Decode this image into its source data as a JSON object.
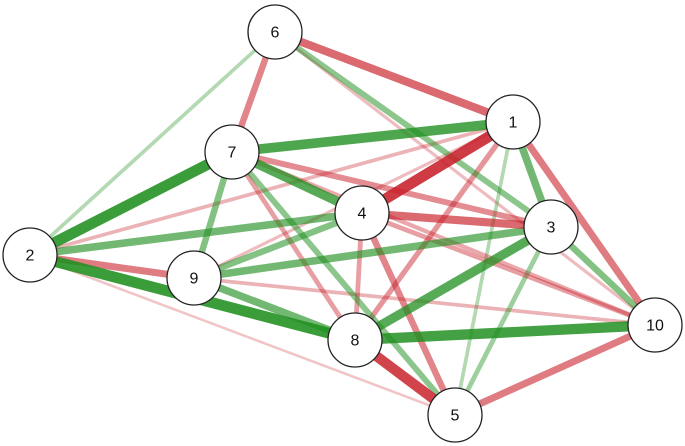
{
  "colors": {
    "positive": "#1f8f1f",
    "negative": "#c8202a",
    "background": "#ffffff",
    "node_fill": "#ffffff",
    "node_stroke": "#222222"
  },
  "nodes": [
    {
      "id": "1",
      "label": "1"
    },
    {
      "id": "2",
      "label": "2"
    },
    {
      "id": "3",
      "label": "3"
    },
    {
      "id": "4",
      "label": "4"
    },
    {
      "id": "5",
      "label": "5"
    },
    {
      "id": "6",
      "label": "6"
    },
    {
      "id": "7",
      "label": "7"
    },
    {
      "id": "8",
      "label": "8"
    },
    {
      "id": "9",
      "label": "9"
    },
    {
      "id": "10",
      "label": "10"
    }
  ],
  "edges": [
    {
      "source": "7",
      "target": "2",
      "sign": "positive",
      "weight": 0.85
    },
    {
      "source": "7",
      "target": "1",
      "sign": "positive",
      "weight": 0.75
    },
    {
      "source": "7",
      "target": "4",
      "sign": "positive",
      "weight": 0.7
    },
    {
      "source": "2",
      "target": "8",
      "sign": "positive",
      "weight": 0.85
    },
    {
      "source": "8",
      "target": "10",
      "sign": "positive",
      "weight": 0.8
    },
    {
      "source": "8",
      "target": "3",
      "sign": "positive",
      "weight": 0.7
    },
    {
      "source": "1",
      "target": "3",
      "sign": "positive",
      "weight": 0.55
    },
    {
      "source": "2",
      "target": "4",
      "sign": "positive",
      "weight": 0.55
    },
    {
      "source": "9",
      "target": "3",
      "sign": "positive",
      "weight": 0.55
    },
    {
      "source": "9",
      "target": "4",
      "sign": "positive",
      "weight": 0.45
    },
    {
      "source": "6",
      "target": "3",
      "sign": "positive",
      "weight": 0.4
    },
    {
      "source": "3",
      "target": "10",
      "sign": "positive",
      "weight": 0.45
    },
    {
      "source": "7",
      "target": "9",
      "sign": "positive",
      "weight": 0.45
    },
    {
      "source": "9",
      "target": "8",
      "sign": "positive",
      "weight": 0.55
    },
    {
      "source": "7",
      "target": "5",
      "sign": "positive",
      "weight": 0.4
    },
    {
      "source": "3",
      "target": "5",
      "sign": "positive",
      "weight": 0.3
    },
    {
      "source": "6",
      "target": "2",
      "sign": "positive",
      "weight": 0.2
    },
    {
      "source": "1",
      "target": "5",
      "sign": "positive",
      "weight": 0.2
    },
    {
      "source": "1",
      "target": "4",
      "sign": "negative",
      "weight": 0.85
    },
    {
      "source": "8",
      "target": "5",
      "sign": "negative",
      "weight": 0.8
    },
    {
      "source": "6",
      "target": "1",
      "sign": "negative",
      "weight": 0.6
    },
    {
      "source": "4",
      "target": "3",
      "sign": "negative",
      "weight": 0.6
    },
    {
      "source": "1",
      "target": "10",
      "sign": "negative",
      "weight": 0.5
    },
    {
      "source": "10",
      "target": "5",
      "sign": "negative",
      "weight": 0.5
    },
    {
      "source": "6",
      "target": "7",
      "sign": "negative",
      "weight": 0.45
    },
    {
      "source": "2",
      "target": "9",
      "sign": "negative",
      "weight": 0.5
    },
    {
      "source": "7",
      "target": "3",
      "sign": "negative",
      "weight": 0.4
    },
    {
      "source": "4",
      "target": "5",
      "sign": "negative",
      "weight": 0.45
    },
    {
      "source": "1",
      "target": "8",
      "sign": "negative",
      "weight": 0.35
    },
    {
      "source": "4",
      "target": "8",
      "sign": "negative",
      "weight": 0.3
    },
    {
      "source": "7",
      "target": "8",
      "sign": "negative",
      "weight": 0.3
    },
    {
      "source": "4",
      "target": "10",
      "sign": "negative",
      "weight": 0.3
    },
    {
      "source": "7",
      "target": "10",
      "sign": "negative",
      "weight": 0.25
    },
    {
      "source": "9",
      "target": "10",
      "sign": "negative",
      "weight": 0.2
    },
    {
      "source": "2",
      "target": "1",
      "sign": "negative",
      "weight": 0.2
    },
    {
      "source": "9",
      "target": "1",
      "sign": "negative",
      "weight": 0.15
    },
    {
      "source": "6",
      "target": "10",
      "sign": "negative",
      "weight": 0.15
    },
    {
      "source": "2",
      "target": "5",
      "sign": "negative",
      "weight": 0.1
    }
  ]
}
